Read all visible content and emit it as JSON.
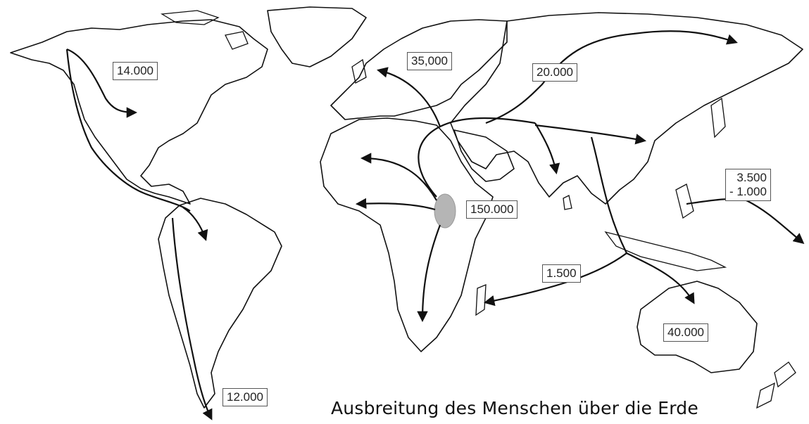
{
  "caption": "Ausbreitung des Menschen über die Erde",
  "origin": {
    "label": "150.000",
    "marker_color": "#b5b5b5"
  },
  "migration_labels": {
    "north_america": "14.000",
    "europe": "35,000",
    "north_asia": "20.000",
    "pacific_line1": "3.500",
    "pacific_line2": "- 1.000",
    "madagascar": "1.500",
    "australia": "40.000",
    "south_america": "12.000"
  },
  "colors": {
    "line": "#111111",
    "box_border": "#555555"
  }
}
